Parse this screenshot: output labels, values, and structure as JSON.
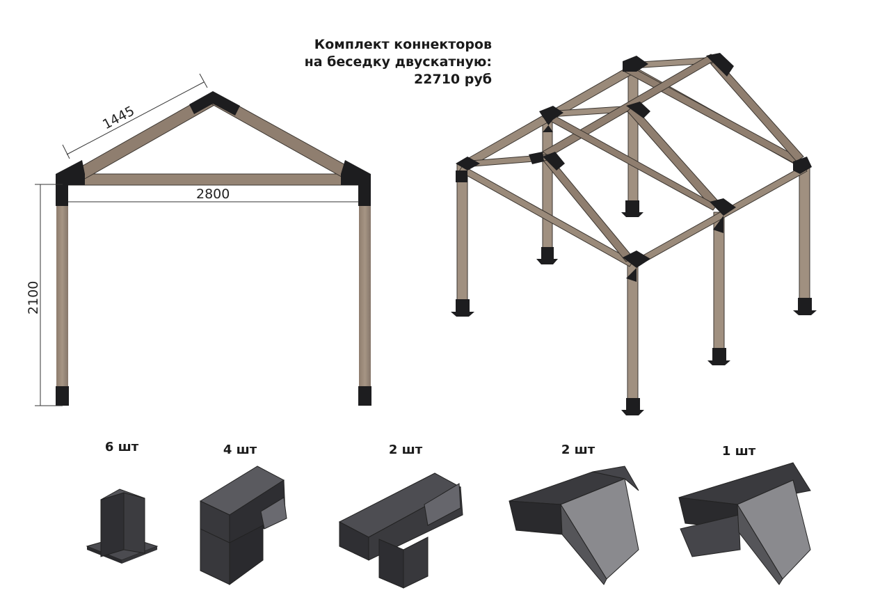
{
  "title": {
    "line1": "Комплект коннекторов",
    "line2": "на беседку двускатную:",
    "line3": "22710 руб"
  },
  "dimensions": {
    "rafter": "1445",
    "span": "2800",
    "height": "2100"
  },
  "connectors": [
    {
      "qty": "6 шт",
      "icon": "post-base-connector-icon"
    },
    {
      "qty": "4 шт",
      "icon": "corner-connector-icon"
    },
    {
      "qty": "2 шт",
      "icon": "t-connector-icon"
    },
    {
      "qty": "2 шт",
      "icon": "ridge-connector-icon"
    },
    {
      "qty": "1 шт",
      "icon": "cross-ridge-connector-icon"
    }
  ],
  "colors": {
    "wood": "#9c8b7b",
    "wood_dark": "#7a6b5d",
    "metal": "#2b2b2e",
    "metal_light": "#5a5a5e"
  }
}
